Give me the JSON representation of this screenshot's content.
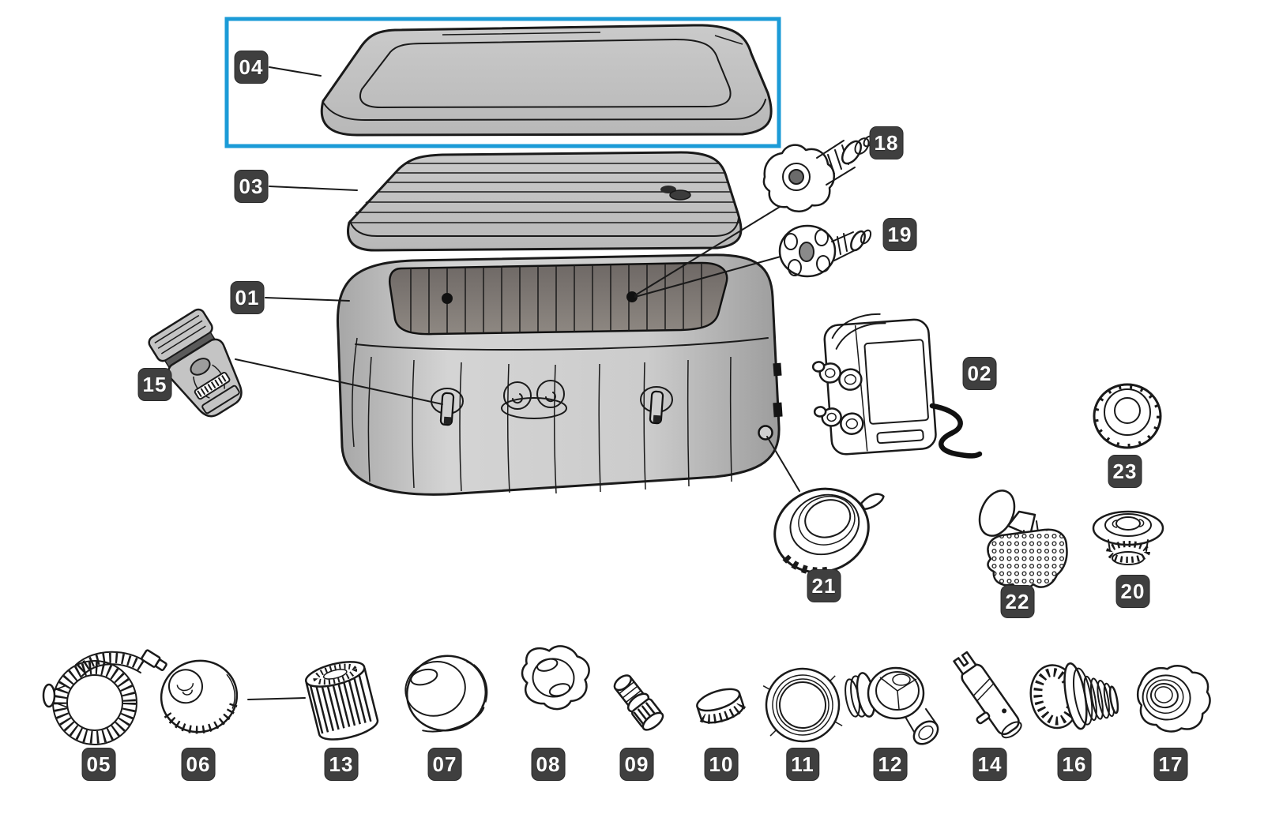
{
  "diagram": {
    "highlighted_part": "04",
    "highlight_color": "#1b9bd7",
    "badge_bg": "#3f3f3f",
    "badge_text_color": "#ffffff",
    "parts": {
      "p01": "01",
      "p02": "02",
      "p03": "03",
      "p04": "04",
      "p05": "05",
      "p06": "06",
      "p07": "07",
      "p08": "08",
      "p09": "09",
      "p10": "10",
      "p11": "11",
      "p12": "12",
      "p13": "13",
      "p14": "14",
      "p15": "15",
      "p16": "16",
      "p17": "17",
      "p18": "18",
      "p19": "19",
      "p20": "20",
      "p21": "21",
      "p22": "22",
      "p23": "23"
    }
  }
}
